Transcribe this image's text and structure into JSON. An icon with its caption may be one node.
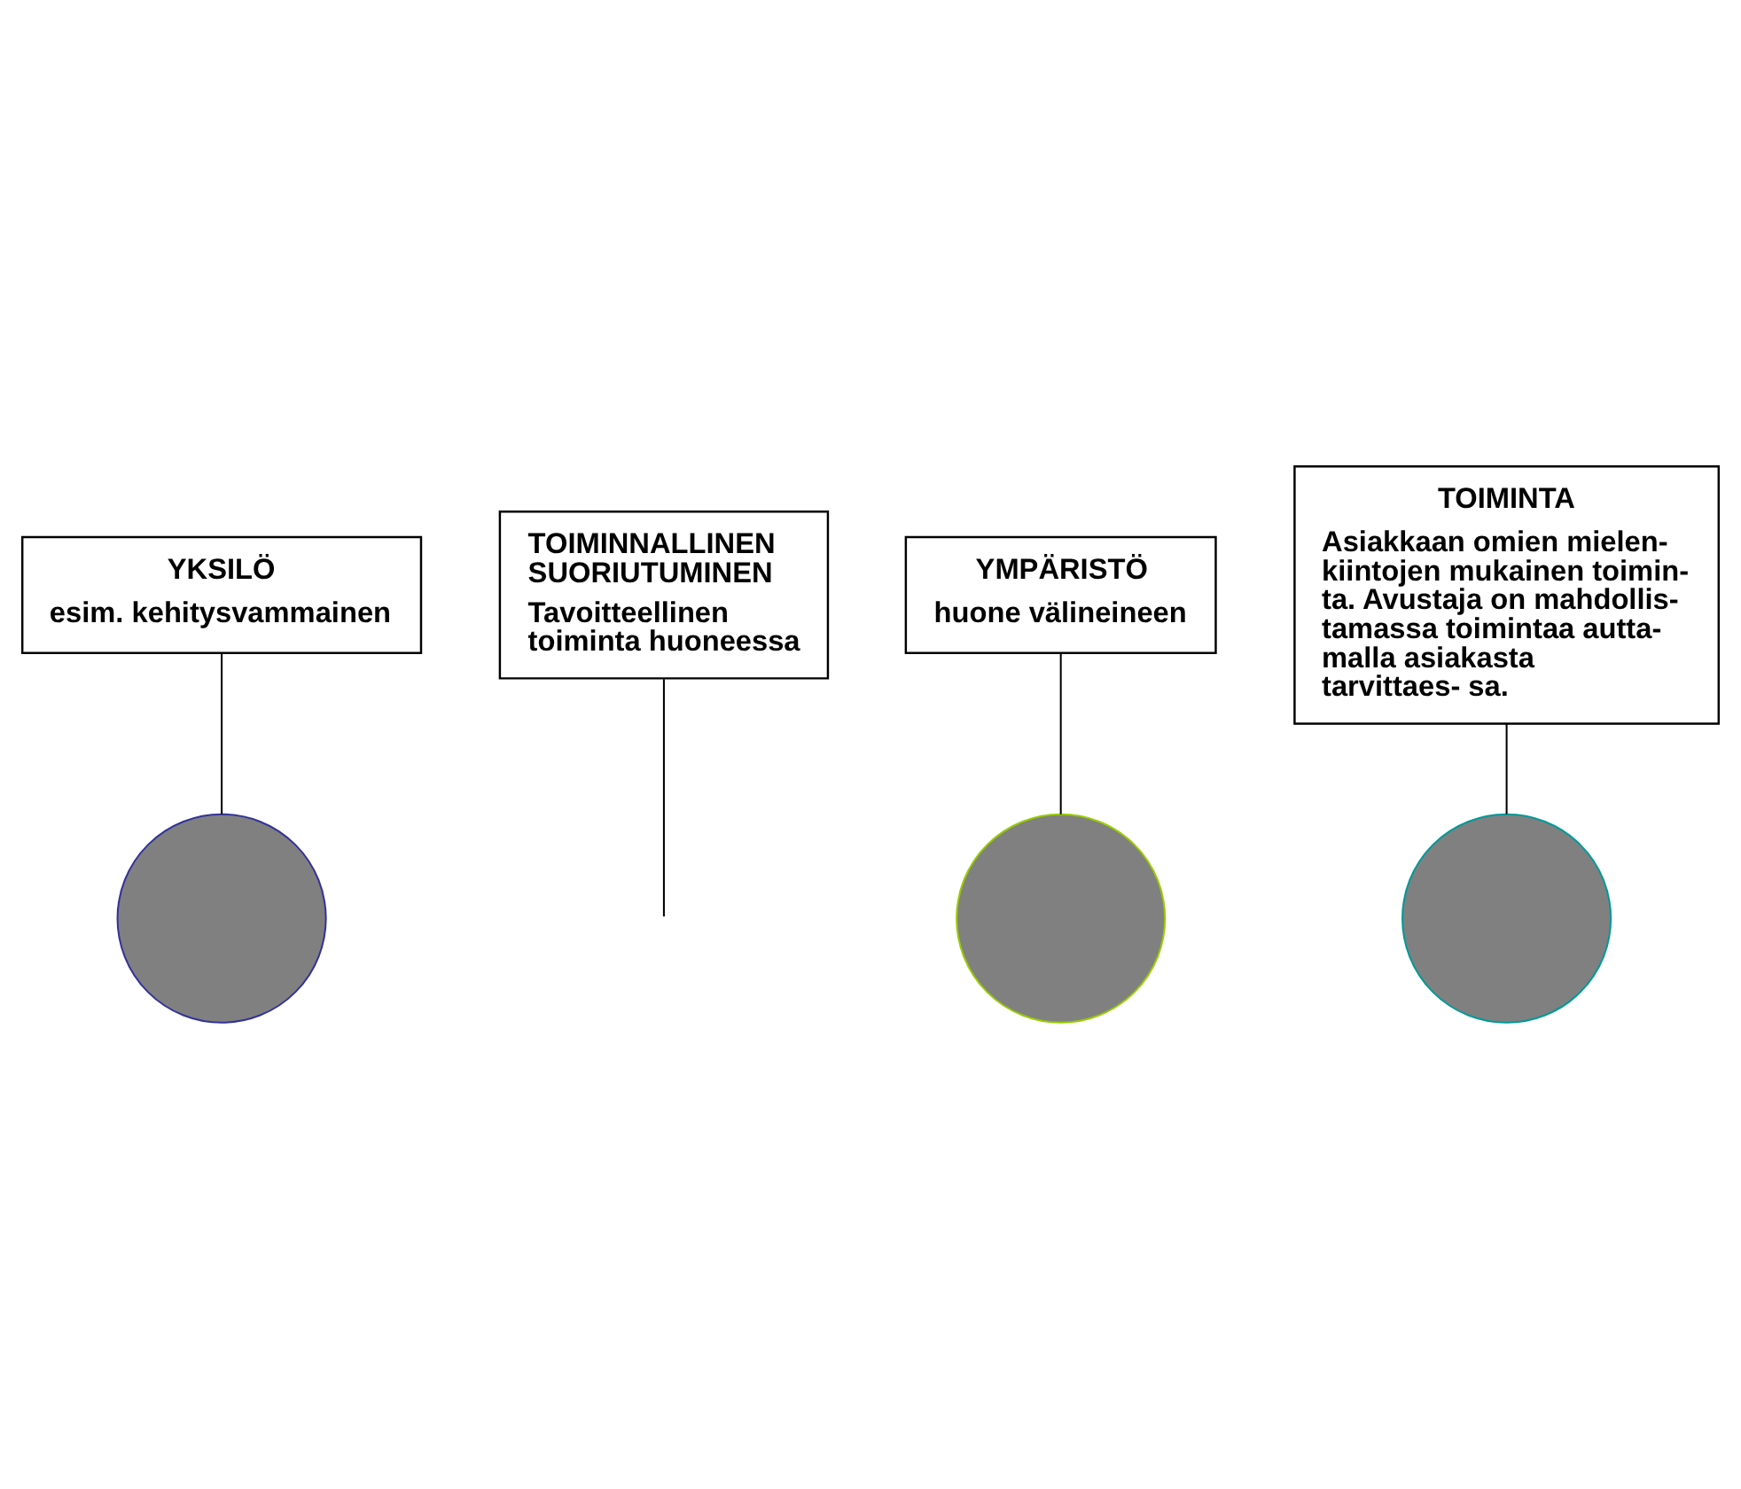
{
  "diagram": {
    "nodes": [
      {
        "text": [
          "YKSILÖ",
          "esim. kehitysvammainen"
        ]
      },
      {
        "text": [
          "TOIMINNALLINEN SUORIUTUMINEN",
          "Tavoitteellinen toiminta huoneessa"
        ]
      },
      {
        "text": [],
        "shape": "circle"
      },
      {
        "text": [],
        "shape": "circle"
      },
      {
        "text": [],
        "shape": "circle"
      },
      {
        "text": [
          "TOIMINTA",
          "Asiakkaan omien mielen- kiintojen mukainen toimin- ta. Avustaja on mahdollis- tamassa toimintaa autta- malla asiakasta tarvittaes- sa."
        ]
      },
      {
        "text": [
          "YMPÄRISTÖ",
          "huone välineineen"
        ]
      }
    ],
    "edges": [
      {
        "from": 0,
        "to": 2,
        "arrow": "none"
      },
      {
        "from": 1,
        "to": null,
        "arrow": "none"
      },
      {
        "from": 5,
        "to": 4,
        "arrow": "none"
      },
      {
        "from": 6,
        "to": 3,
        "arrow": "none"
      }
    ]
  }
}
